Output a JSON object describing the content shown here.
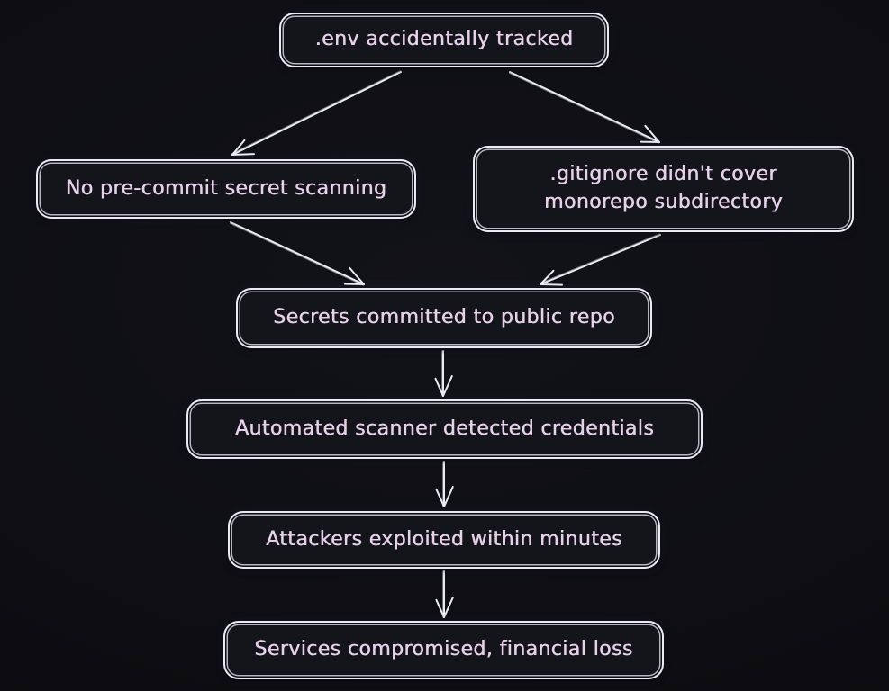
{
  "diagram": {
    "type": "flowchart",
    "theme": {
      "background": "#0d0d13",
      "node_fill": "#14141b",
      "node_border": "#eceaf5",
      "node_text": "#e7d0e9",
      "arrow": "#e9edf3"
    },
    "nodes": [
      {
        "id": "env-tracked",
        "label": ".env accidentally tracked"
      },
      {
        "id": "no-precommit-scanning",
        "label": "No pre-commit secret scanning"
      },
      {
        "id": "gitignore-gap",
        "label": ".gitignore didn't cover monorepo subdirectory"
      },
      {
        "id": "secrets-committed",
        "label": "Secrets committed to public repo"
      },
      {
        "id": "scanner-detected",
        "label": "Automated scanner detected credentials"
      },
      {
        "id": "attackers-exploited",
        "label": "Attackers exploited within minutes"
      },
      {
        "id": "services-compromised",
        "label": "Services compromised, financial loss"
      }
    ],
    "edges": [
      {
        "from": "env-tracked",
        "to": "no-precommit-scanning"
      },
      {
        "from": "env-tracked",
        "to": "gitignore-gap"
      },
      {
        "from": "no-precommit-scanning",
        "to": "secrets-committed"
      },
      {
        "from": "gitignore-gap",
        "to": "secrets-committed"
      },
      {
        "from": "secrets-committed",
        "to": "scanner-detected"
      },
      {
        "from": "scanner-detected",
        "to": "attackers-exploited"
      },
      {
        "from": "attackers-exploited",
        "to": "services-compromised"
      }
    ]
  }
}
